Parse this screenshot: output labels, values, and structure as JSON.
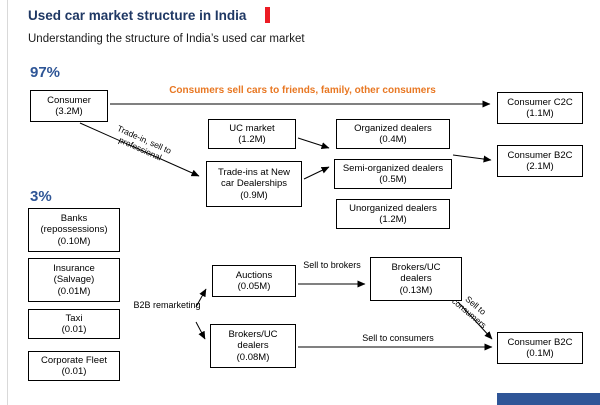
{
  "header": {
    "title": "Used car market structure in India",
    "subtitle": "Understanding the structure of India’s used car market"
  },
  "labels": {
    "pct_97": "97%",
    "pct_3": "3%",
    "c2c_flow": "Consumers sell cars to friends, family, other consumers",
    "trade_in": "Trade-in, sell to professional",
    "b2b_remarketing": "B2B remarketing",
    "sell_to_brokers": "Sell to brokers",
    "sell_to_consumers": "Sell to consumers",
    "sell_to_consumers_diagonal": "Sell to consumers"
  },
  "boxes": {
    "consumer": {
      "lines": [
        "Consumer",
        "(3.2M)"
      ]
    },
    "consumer_c2c": {
      "lines": [
        "Consumer C2C",
        "(1.1M)"
      ]
    },
    "uc_market": {
      "lines": [
        "UC market",
        "(1.2M)"
      ]
    },
    "trade_ins": {
      "lines": [
        "Trade-ins at New",
        "car Dealerships",
        "(0.9M)"
      ]
    },
    "organized": {
      "lines": [
        "Organized dealers",
        "(0.4M)"
      ]
    },
    "semi_organized": {
      "lines": [
        "Semi-organized dealers",
        "(0.5M)"
      ]
    },
    "unorganized": {
      "lines": [
        "Unorganized dealers",
        "(1.2M)"
      ]
    },
    "consumer_b2c_top": {
      "lines": [
        "Consumer B2C",
        "(2.1M)"
      ]
    },
    "banks": {
      "lines": [
        "Banks",
        "(repossessions)",
        "(0.10M)"
      ]
    },
    "insurance": {
      "lines": [
        "Insurance",
        "(Salvage)",
        "(0.01M)"
      ]
    },
    "taxi": {
      "lines": [
        "Taxi",
        "(0.01)"
      ]
    },
    "corporate_fleet": {
      "lines": [
        "Corporate Fleet",
        "(0.01)"
      ]
    },
    "auctions": {
      "lines": [
        "Auctions",
        "(0.05M)"
      ]
    },
    "brokers_uc_013": {
      "lines": [
        "Brokers/UC",
        "dealers",
        "(0.13M)"
      ]
    },
    "brokers_uc_008": {
      "lines": [
        "Brokers/UC",
        "dealers",
        "(0.08M)"
      ]
    },
    "consumer_b2c_bottom": {
      "lines": [
        "Consumer B2C",
        "(0.1M)"
      ]
    }
  },
  "colors": {
    "title_navy": "#1F3864",
    "accent_blue": "#2E5596",
    "flow_orange": "#E87722",
    "red_bar": "#EC1C24",
    "footer_bar": "#2F5597"
  }
}
